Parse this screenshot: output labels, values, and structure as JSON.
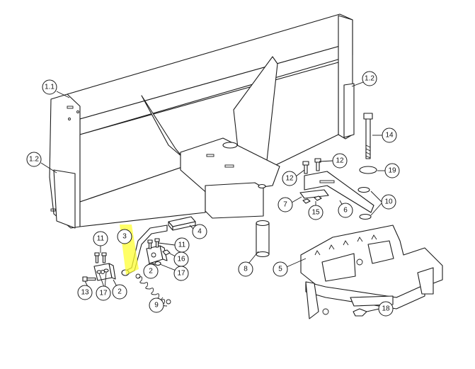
{
  "diagram": {
    "callouts": [
      "1.1",
      "1.2",
      "1.2",
      "14",
      "12",
      "12",
      "19",
      "10",
      "7",
      "15",
      "6",
      "4",
      "11",
      "11",
      "3",
      "16",
      "2",
      "17",
      "11",
      "8",
      "5",
      "13",
      "17",
      "2",
      "9",
      "18"
    ],
    "highlight_color": "#ffff33"
  }
}
